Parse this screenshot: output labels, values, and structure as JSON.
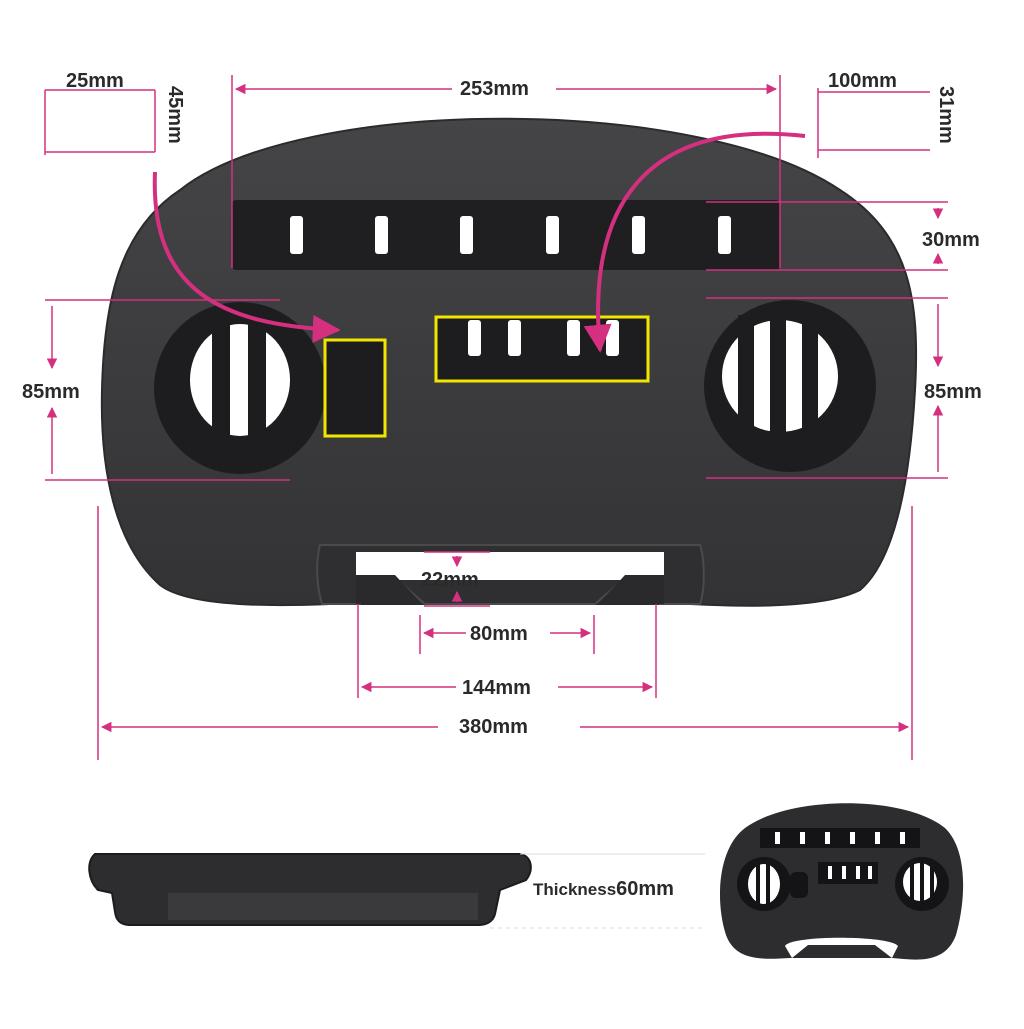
{
  "colors": {
    "tray": "#3a3a3c",
    "tray_dark": "#222224",
    "tray_edge": "#4a4a4d",
    "dimension": "#d4307f",
    "highlight": "#f2e600",
    "text": "#2a2a2a"
  },
  "dimensions": {
    "slot_width": "25mm",
    "slot_height": "45mm",
    "top_slot_length": "253mm",
    "card_slot_width": "100mm",
    "card_slot_height": "31mm",
    "top_slot_depth": "30mm",
    "left_cup_diameter": "85mm",
    "right_cup_diameter": "85mm",
    "clamp_gap": "22mm",
    "clamp_inner_width": "80mm",
    "clamp_outer_width": "144mm",
    "overall_width": "380mm"
  },
  "thickness": {
    "label": "Thickness",
    "value": "60mm"
  }
}
